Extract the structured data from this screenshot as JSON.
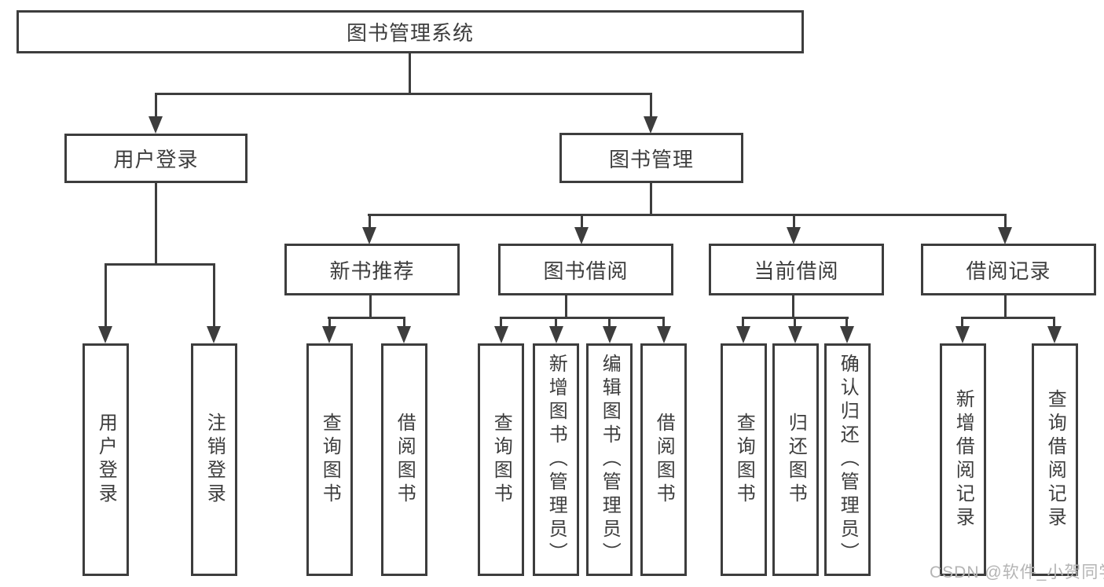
{
  "diagram": {
    "root": {
      "label": "图书管理系统",
      "children": [
        {
          "label": "用户登录",
          "children": [
            {
              "label": "用户登录"
            },
            {
              "label": "注销登录"
            }
          ]
        },
        {
          "label": "图书管理",
          "children": [
            {
              "label": "新书推荐",
              "children": [
                {
                  "label": "查询图书"
                },
                {
                  "label": "借阅图书"
                }
              ]
            },
            {
              "label": "图书借阅",
              "children": [
                {
                  "label": "查询图书"
                },
                {
                  "label": "新增图书（管理员）"
                },
                {
                  "label": "编辑图书（管理员）"
                },
                {
                  "label": "借阅图书"
                }
              ]
            },
            {
              "label": "当前借阅",
              "children": [
                {
                  "label": "查询图书"
                },
                {
                  "label": "归还图书"
                },
                {
                  "label": "确认归还（管理员）"
                }
              ]
            },
            {
              "label": "借阅记录",
              "children": [
                {
                  "label": "新增借阅记录"
                },
                {
                  "label": "查询借阅记录"
                }
              ]
            }
          ]
        }
      ]
    },
    "colors": {
      "line": "#3d3d3d",
      "box_border": "#3d3d3d",
      "text": "#3d3d3d"
    }
  },
  "watermark": {
    "text": "CSDN @软件_小贺同学",
    "color": "#b4b4b4"
  }
}
